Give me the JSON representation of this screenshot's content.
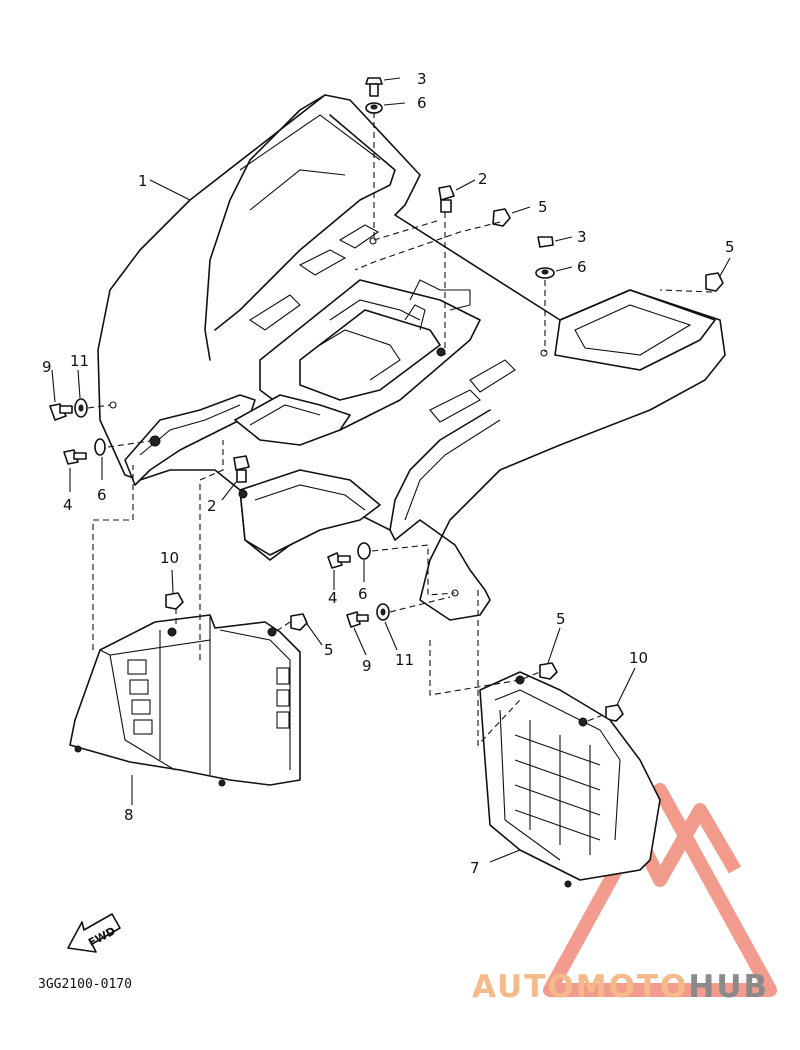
{
  "diagram": {
    "part_code": "3GG2100-0170",
    "direction_label": "FWD",
    "callouts": [
      {
        "id": "c1",
        "text": "1"
      },
      {
        "id": "c2a",
        "text": "2"
      },
      {
        "id": "c2b",
        "text": "2"
      },
      {
        "id": "c3a",
        "text": "3"
      },
      {
        "id": "c3b",
        "text": "3"
      },
      {
        "id": "c4a",
        "text": "4"
      },
      {
        "id": "c4b",
        "text": "4"
      },
      {
        "id": "c5a",
        "text": "5"
      },
      {
        "id": "c5b",
        "text": "5"
      },
      {
        "id": "c5c",
        "text": "5"
      },
      {
        "id": "c5d",
        "text": "5"
      },
      {
        "id": "c6a",
        "text": "6"
      },
      {
        "id": "c6b",
        "text": "6"
      },
      {
        "id": "c6c",
        "text": "6"
      },
      {
        "id": "c6d",
        "text": "6"
      },
      {
        "id": "c7",
        "text": "7"
      },
      {
        "id": "c8",
        "text": "8"
      },
      {
        "id": "c9a",
        "text": "9"
      },
      {
        "id": "c9b",
        "text": "9"
      },
      {
        "id": "c10a",
        "text": "10"
      },
      {
        "id": "c10b",
        "text": "10"
      },
      {
        "id": "c11a",
        "text": "11"
      },
      {
        "id": "c11b",
        "text": "11"
      }
    ]
  },
  "watermark": {
    "brand_part1": "AUTOMOTO",
    "brand_part2": "HUB",
    "color_light": "#f6c08f",
    "color_mid": "#f08a7a",
    "color_dark": "#8a8a8a"
  }
}
